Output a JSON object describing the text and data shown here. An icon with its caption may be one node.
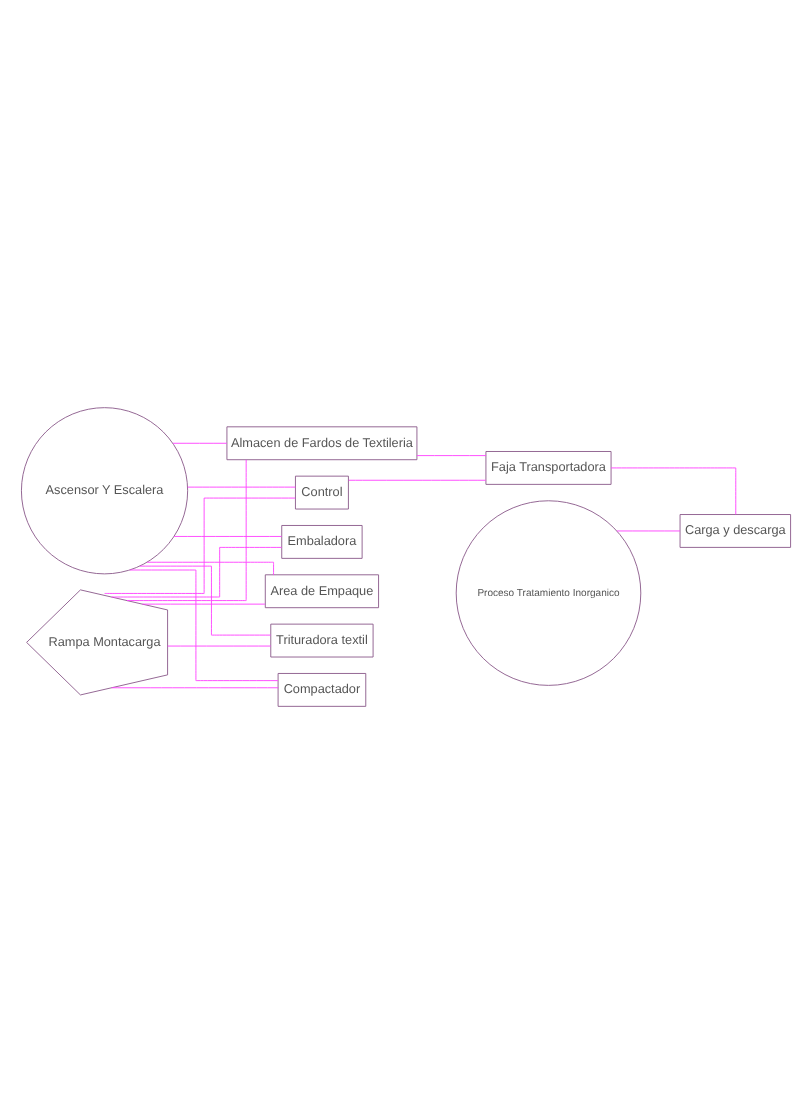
{
  "diagram": {
    "nodes": [
      {
        "text": [
          "Almacen de Fardos de Textileria"
        ]
      },
      {
        "text": [
          "Ascensor Y Escalera"
        ]
      },
      {
        "text": [
          "Embaladora"
        ]
      },
      {
        "text": [
          "Area de Empaque"
        ]
      },
      {
        "text": [
          "Rampa Montacarga"
        ]
      },
      {
        "text": [
          "Control"
        ]
      },
      {
        "text": [
          "Faja Transportadora"
        ]
      },
      {
        "text": [
          "Trituradora textil"
        ]
      },
      {
        "text": [
          "Proceso Tratamiento Inorganico"
        ]
      },
      {
        "text": [
          "Compactador"
        ]
      },
      {
        "text": [
          "Carga y descarga"
        ]
      }
    ],
    "edges": [
      {
        "from": 1,
        "to": 0,
        "arrow": "none"
      },
      {
        "from": 1,
        "to": 2,
        "arrow": "none"
      },
      {
        "from": 1,
        "to": 3,
        "arrow": "none"
      },
      {
        "from": 1,
        "to": 5,
        "arrow": "none"
      },
      {
        "from": 1,
        "to": 7,
        "arrow": "none"
      },
      {
        "from": 1,
        "to": 9,
        "arrow": "none"
      },
      {
        "from": 4,
        "to": 0,
        "arrow": "none"
      },
      {
        "from": 4,
        "to": 2,
        "arrow": "none"
      },
      {
        "from": 4,
        "to": 3,
        "arrow": "none"
      },
      {
        "from": 4,
        "to": 5,
        "arrow": "none"
      },
      {
        "from": 4,
        "to": 7,
        "arrow": "none"
      },
      {
        "from": 4,
        "to": 9,
        "arrow": "none"
      },
      {
        "from": 0,
        "to": 6,
        "arrow": "none"
      },
      {
        "from": 5,
        "to": 6,
        "arrow": "none"
      },
      {
        "from": 6,
        "to": 10,
        "arrow": "none"
      },
      {
        "from": 8,
        "to": 10,
        "arrow": "none"
      }
    ]
  }
}
